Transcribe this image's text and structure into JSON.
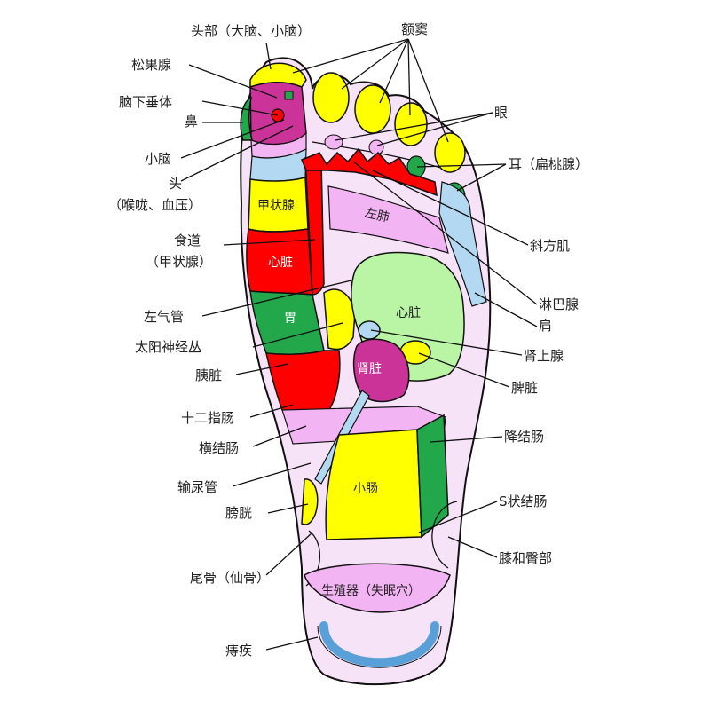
{
  "left_labels": {
    "head_brain": "头部（大脑、小脑）",
    "pineal": "松果腺",
    "pituitary": "脑下垂体",
    "nose": "鼻",
    "cerebellum": "小脑",
    "head": "头",
    "throat_bp": "（喉咙、血压）",
    "esophagus": "食道",
    "esophagus_thyroid": "（甲状腺）",
    "left_trachea": "左气管",
    "solar_plexus": "太阳神经丛",
    "pancreas": "胰脏",
    "duodenum": "十二指肠",
    "transverse_colon": "横结肠",
    "ureter": "输尿管",
    "bladder": "膀胱",
    "coccyx": "尾骨（仙骨）",
    "hemorrhoids": "痔疾"
  },
  "right_labels": {
    "frontal_sinus": "额窦",
    "eye": "眼",
    "ear": "耳（扁桃腺）",
    "trapezius": "斜方肌",
    "lymph": "淋巴腺",
    "shoulder": "肩",
    "adrenal": "肾上腺",
    "spleen": "脾脏",
    "descending_colon": "降结肠",
    "sigmoid_colon": "S状结肠",
    "knee_hip": "膝和臀部"
  },
  "inner_labels": {
    "thyroid": "甲状腺",
    "left_lung": "左肺",
    "heart_red": "心脏",
    "heart_green": "心脏",
    "stomach": "胃",
    "kidney": "肾脏",
    "small_intestine": "小肠",
    "reproductive": "生殖器（失眠穴）"
  },
  "colors": {
    "foot": "#f7e3f7",
    "yellow": "#ffff00",
    "red": "#ff0000",
    "magenta": "#cc3399",
    "green": "#22a84a",
    "light_blue": "#b3d9f2",
    "light_green": "#b9f5a5",
    "pink": "#f3b4f3"
  }
}
